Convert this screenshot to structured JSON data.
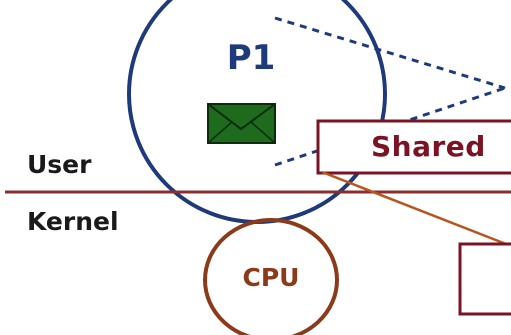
{
  "labels": {
    "process": "P1",
    "user_space": "User",
    "kernel_space": "Kernel",
    "shared_region": "Shared",
    "cpu": "CPU"
  },
  "icons": {
    "message": "envelope-icon"
  },
  "colors": {
    "process_circle": "#1f3a7a",
    "dotted_line": "#1f3a7a",
    "boundary_line": "#8b2e2e",
    "shared_box": "#7a1424",
    "cpu_circle": "#8b3a1a",
    "envelope_fill": "#1e6b1e",
    "kernel_box": "#7a1424"
  }
}
